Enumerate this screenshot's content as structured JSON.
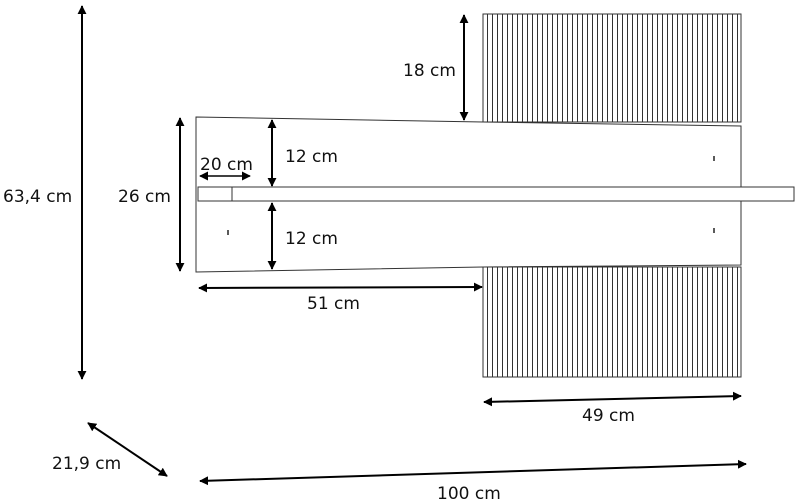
{
  "dimensions": {
    "total_height": "63,4 cm",
    "panel_top_height": "18 cm",
    "board_height": "26 cm",
    "upper_section": "12 cm",
    "lower_section": "12 cm",
    "shelf_thickness": "20 cm",
    "board_width": "51 cm",
    "panel_width": "49 cm",
    "depth": "21,9 cm",
    "total_width": "100 cm"
  }
}
